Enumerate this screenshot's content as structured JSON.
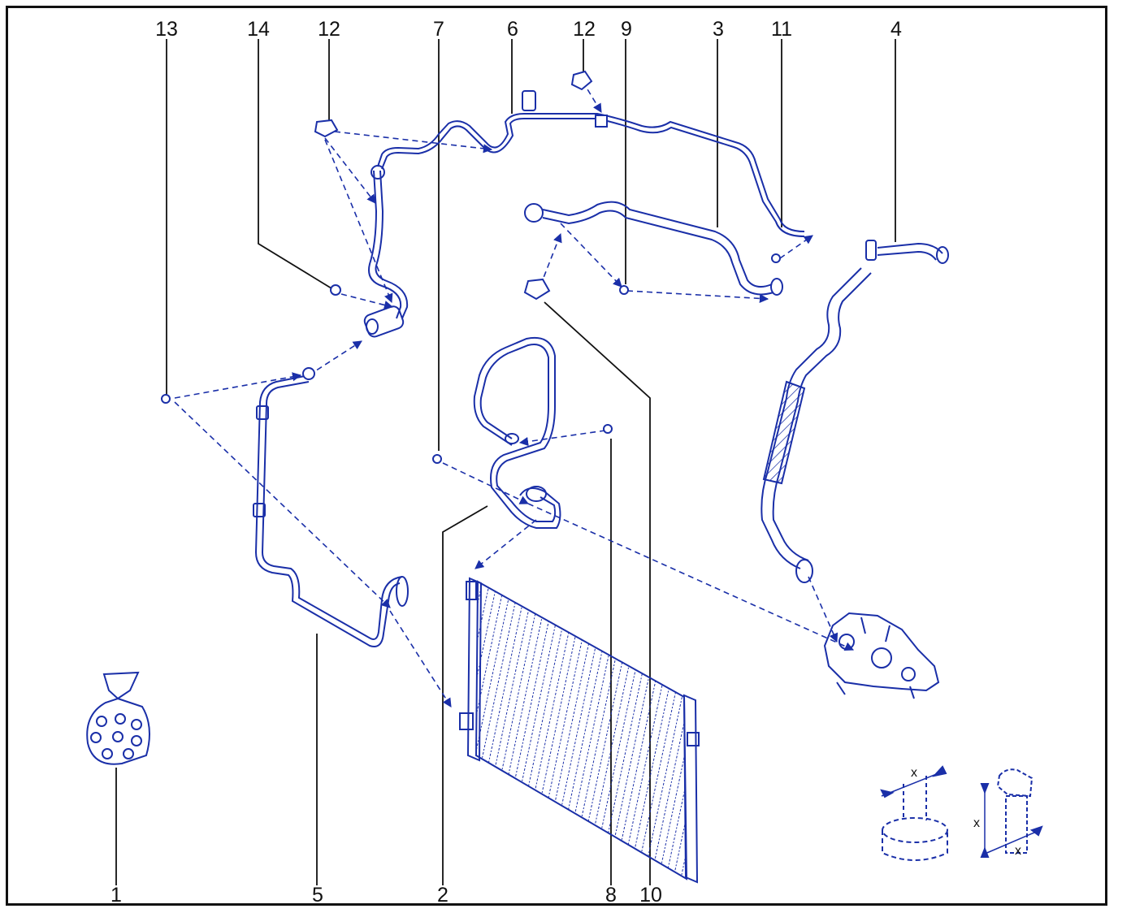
{
  "diagram": {
    "parts": {
      "p1": "1",
      "p2": "2",
      "p3": "3",
      "p4": "4",
      "p5": "5",
      "p6": "6",
      "p7": "7",
      "p8": "8",
      "p9": "9",
      "p10": "10",
      "p11": "11",
      "p12a": "12",
      "p12b": "12",
      "p13": "13",
      "p14": "14"
    },
    "detail_dims": {
      "x_washer": "x",
      "x_bolt_height": "x",
      "x_bolt_width": "x"
    },
    "colors": {
      "ink": "#1a2fa8",
      "label": "#111111",
      "frame": "#111111",
      "background": "#ffffff"
    }
  }
}
